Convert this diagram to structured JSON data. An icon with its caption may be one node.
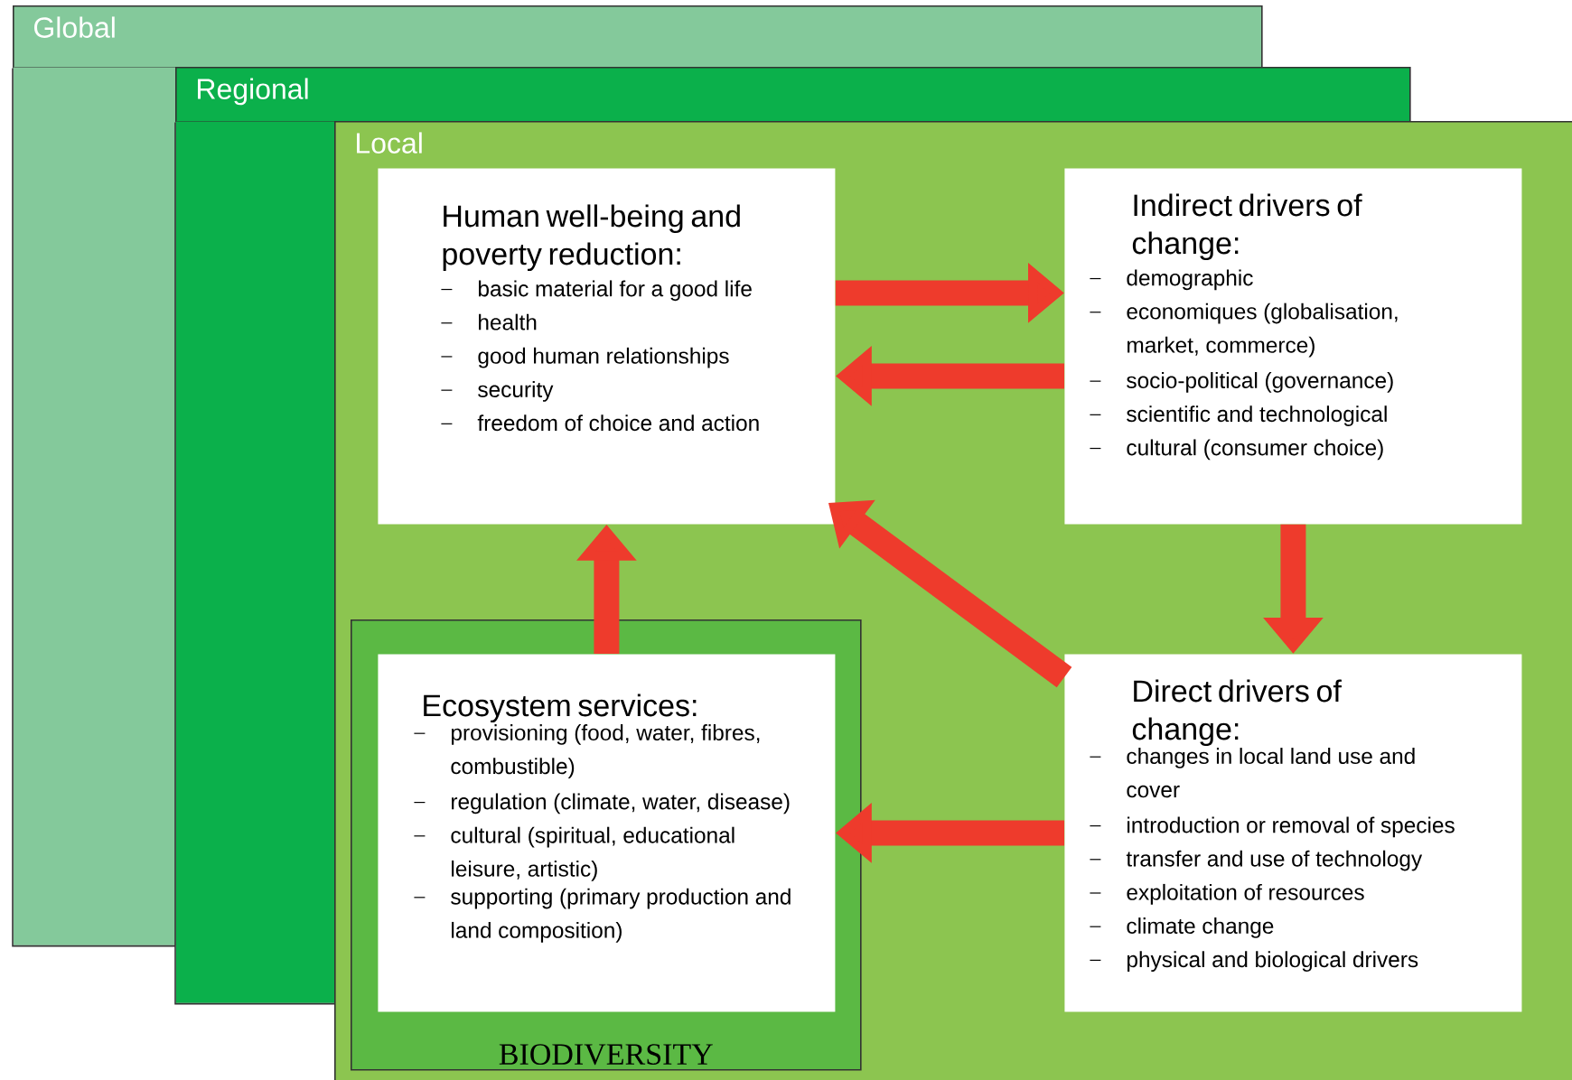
{
  "diagram": {
    "nodes": [
      {
        "text": [
          "Global"
        ]
      },
      {
        "text": [
          "Regional"
        ]
      },
      {
        "text": [
          "Local"
        ]
      },
      {
        "text": [
          "Human well-being and poverty reduction:",
          "basic material for a good life",
          "health",
          "good human relationships",
          "security",
          "freedom of choice and action"
        ],
        "in": 2
      },
      {
        "text": [
          "Indirect drivers of change:",
          "demographic",
          "economiques (globalisation, market, commerce)",
          "socio-political (governance)",
          "scientific and technological",
          "cultural (consumer choice)"
        ],
        "in": 2
      },
      {
        "text": [
          "BIODIVERSITY"
        ],
        "in": 2
      },
      {
        "text": [
          "Ecosystem services:",
          "provisioning (food, water, fibres, combustible)",
          "regulation (climate, water, disease)",
          "cultural (spiritual, educational leisure, artistic)",
          "supporting (primary production and land composition)"
        ],
        "in": 5
      },
      {
        "text": [
          "Direct drivers of change:",
          "changes in local land use and cover",
          "introduction or removal of species",
          "transfer and use of technology",
          "exploitation of resources",
          "climate change",
          "physical and biological drivers"
        ],
        "in": 2
      }
    ],
    "edges": [
      {
        "from": 3,
        "to": 4,
        "arrow": "to"
      },
      {
        "from": 4,
        "to": 3,
        "arrow": "to"
      },
      {
        "from": 4,
        "to": 7,
        "arrow": "to"
      },
      {
        "from": 7,
        "to": 3,
        "arrow": "to"
      },
      {
        "from": 7,
        "to": 6,
        "arrow": "to"
      },
      {
        "from": 6,
        "to": 3,
        "arrow": "to"
      }
    ]
  }
}
